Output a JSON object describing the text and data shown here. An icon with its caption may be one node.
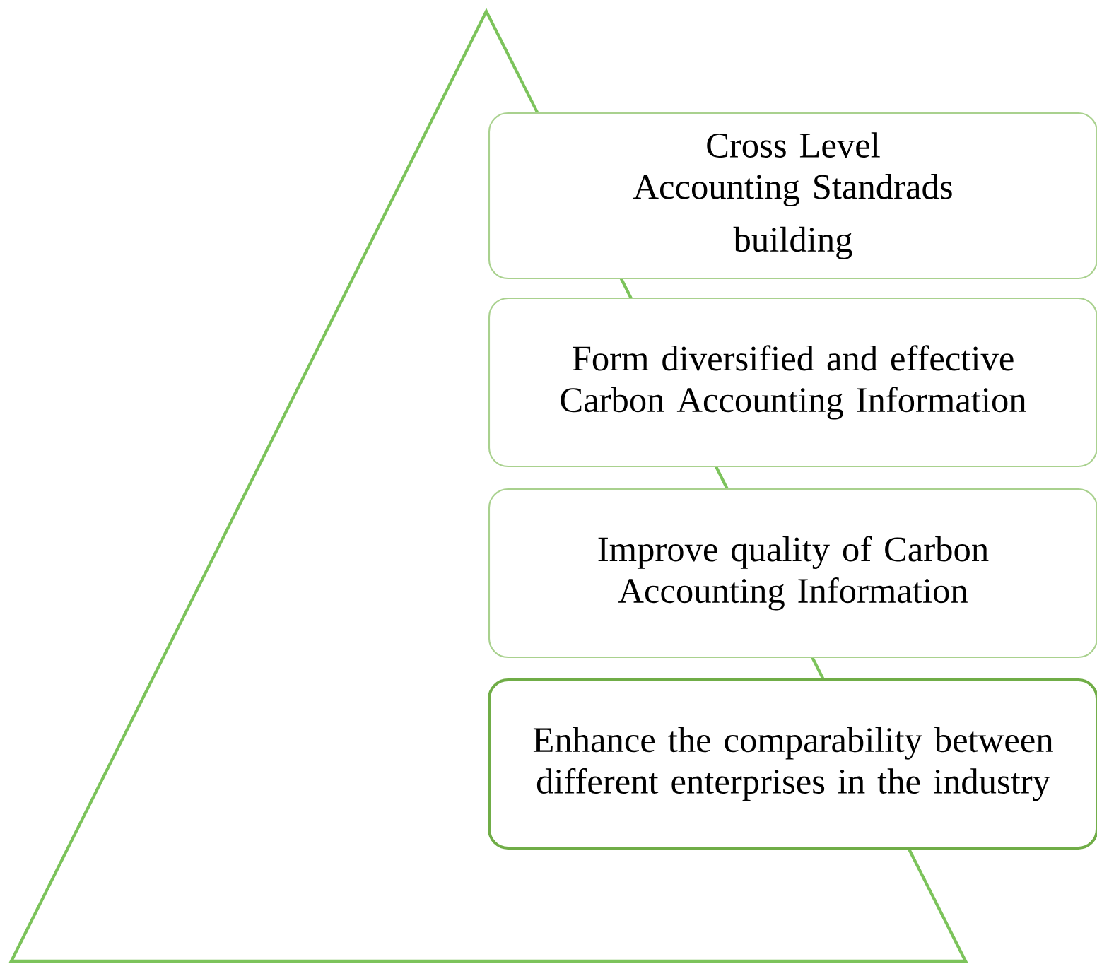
{
  "diagram": {
    "nodes": [
      {
        "text": [
          "Cross Level Accounting Standrads",
          "building"
        ]
      },
      {
        "text": [
          "Form diversified and effective Carbon Accounting Information"
        ]
      },
      {
        "text": [
          "Improve quality of Carbon Accounting Information"
        ]
      },
      {
        "text": [
          "Enhance the comparability between different enterprises in the industry"
        ]
      }
    ]
  }
}
